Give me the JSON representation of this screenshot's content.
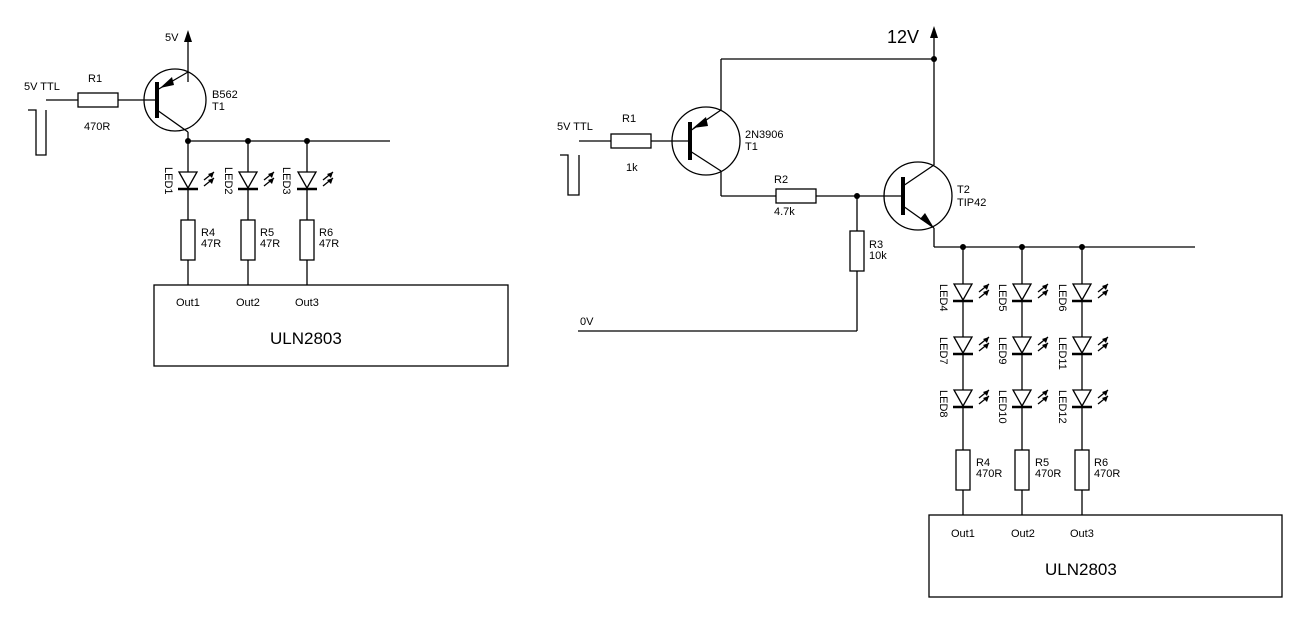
{
  "left": {
    "supply": "5V",
    "input": "5V TTL",
    "r1": {
      "name": "R1",
      "value": "470R"
    },
    "t1": {
      "part": "B562",
      "name": "T1"
    },
    "leds": [
      "LED1",
      "LED2",
      "LED3"
    ],
    "resistors": [
      {
        "name": "R4",
        "value": "47R"
      },
      {
        "name": "R5",
        "value": "47R"
      },
      {
        "name": "R6",
        "value": "47R"
      }
    ],
    "ic": {
      "name": "ULN2803",
      "outs": [
        "Out1",
        "Out2",
        "Out3"
      ]
    }
  },
  "right": {
    "supply": "12V",
    "input": "5V TTL",
    "ground": "0V",
    "r1": {
      "name": "R1",
      "value": "1k"
    },
    "t1": {
      "part": "2N3906",
      "name": "T1"
    },
    "r2": {
      "name": "R2",
      "value": "4.7k"
    },
    "r3": {
      "name": "R3",
      "value": "10k"
    },
    "t2": {
      "name": "T2",
      "part": "TIP42"
    },
    "leds_row1": [
      "LED4",
      "LED5",
      "LED6"
    ],
    "leds_row2": [
      "LED7",
      "LED9",
      "LED11"
    ],
    "leds_row3": [
      "LED8",
      "LED10",
      "LED12"
    ],
    "resistors": [
      {
        "name": "R4",
        "value": "470R"
      },
      {
        "name": "R5",
        "value": "470R"
      },
      {
        "name": "R6",
        "value": "470R"
      }
    ],
    "ic": {
      "name": "ULN2803",
      "outs": [
        "Out1",
        "Out2",
        "Out3"
      ]
    }
  }
}
